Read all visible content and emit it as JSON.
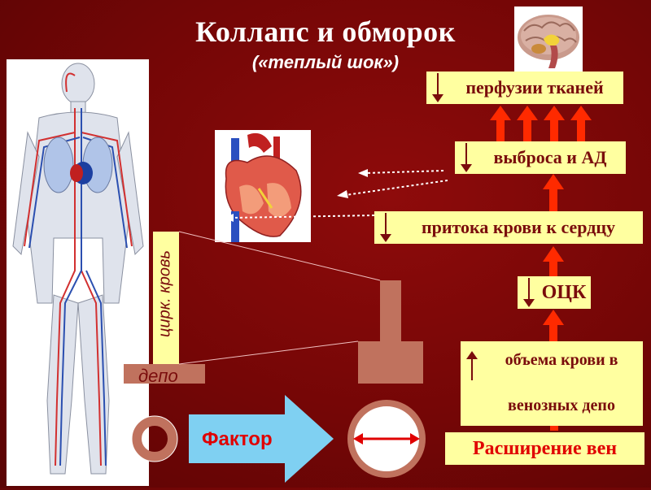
{
  "title": "Коллапс и обморок",
  "subtitle": "(«теплый шок»)",
  "boxes": {
    "perfusion": "перфузии тканей",
    "output": "выброса и АД",
    "inflow": "притока крови к сердцу",
    "occ": "ОЦК",
    "volume_line1": "объема крови в",
    "volume_line2": "венозных депо",
    "dilation": "Расширение вен"
  },
  "labels": {
    "circ_blood": "цирк. кровь",
    "depot": "депо",
    "factor": "Фактор"
  },
  "colors": {
    "background": "#740606",
    "box_fill": "#ffffa0",
    "box_text": "#7a0c0c",
    "arrow_red": "#ff2a00",
    "vessel_fill": "#c0725e",
    "factor_arrow": "#7fd0f2",
    "factor_text": "#e00000"
  }
}
